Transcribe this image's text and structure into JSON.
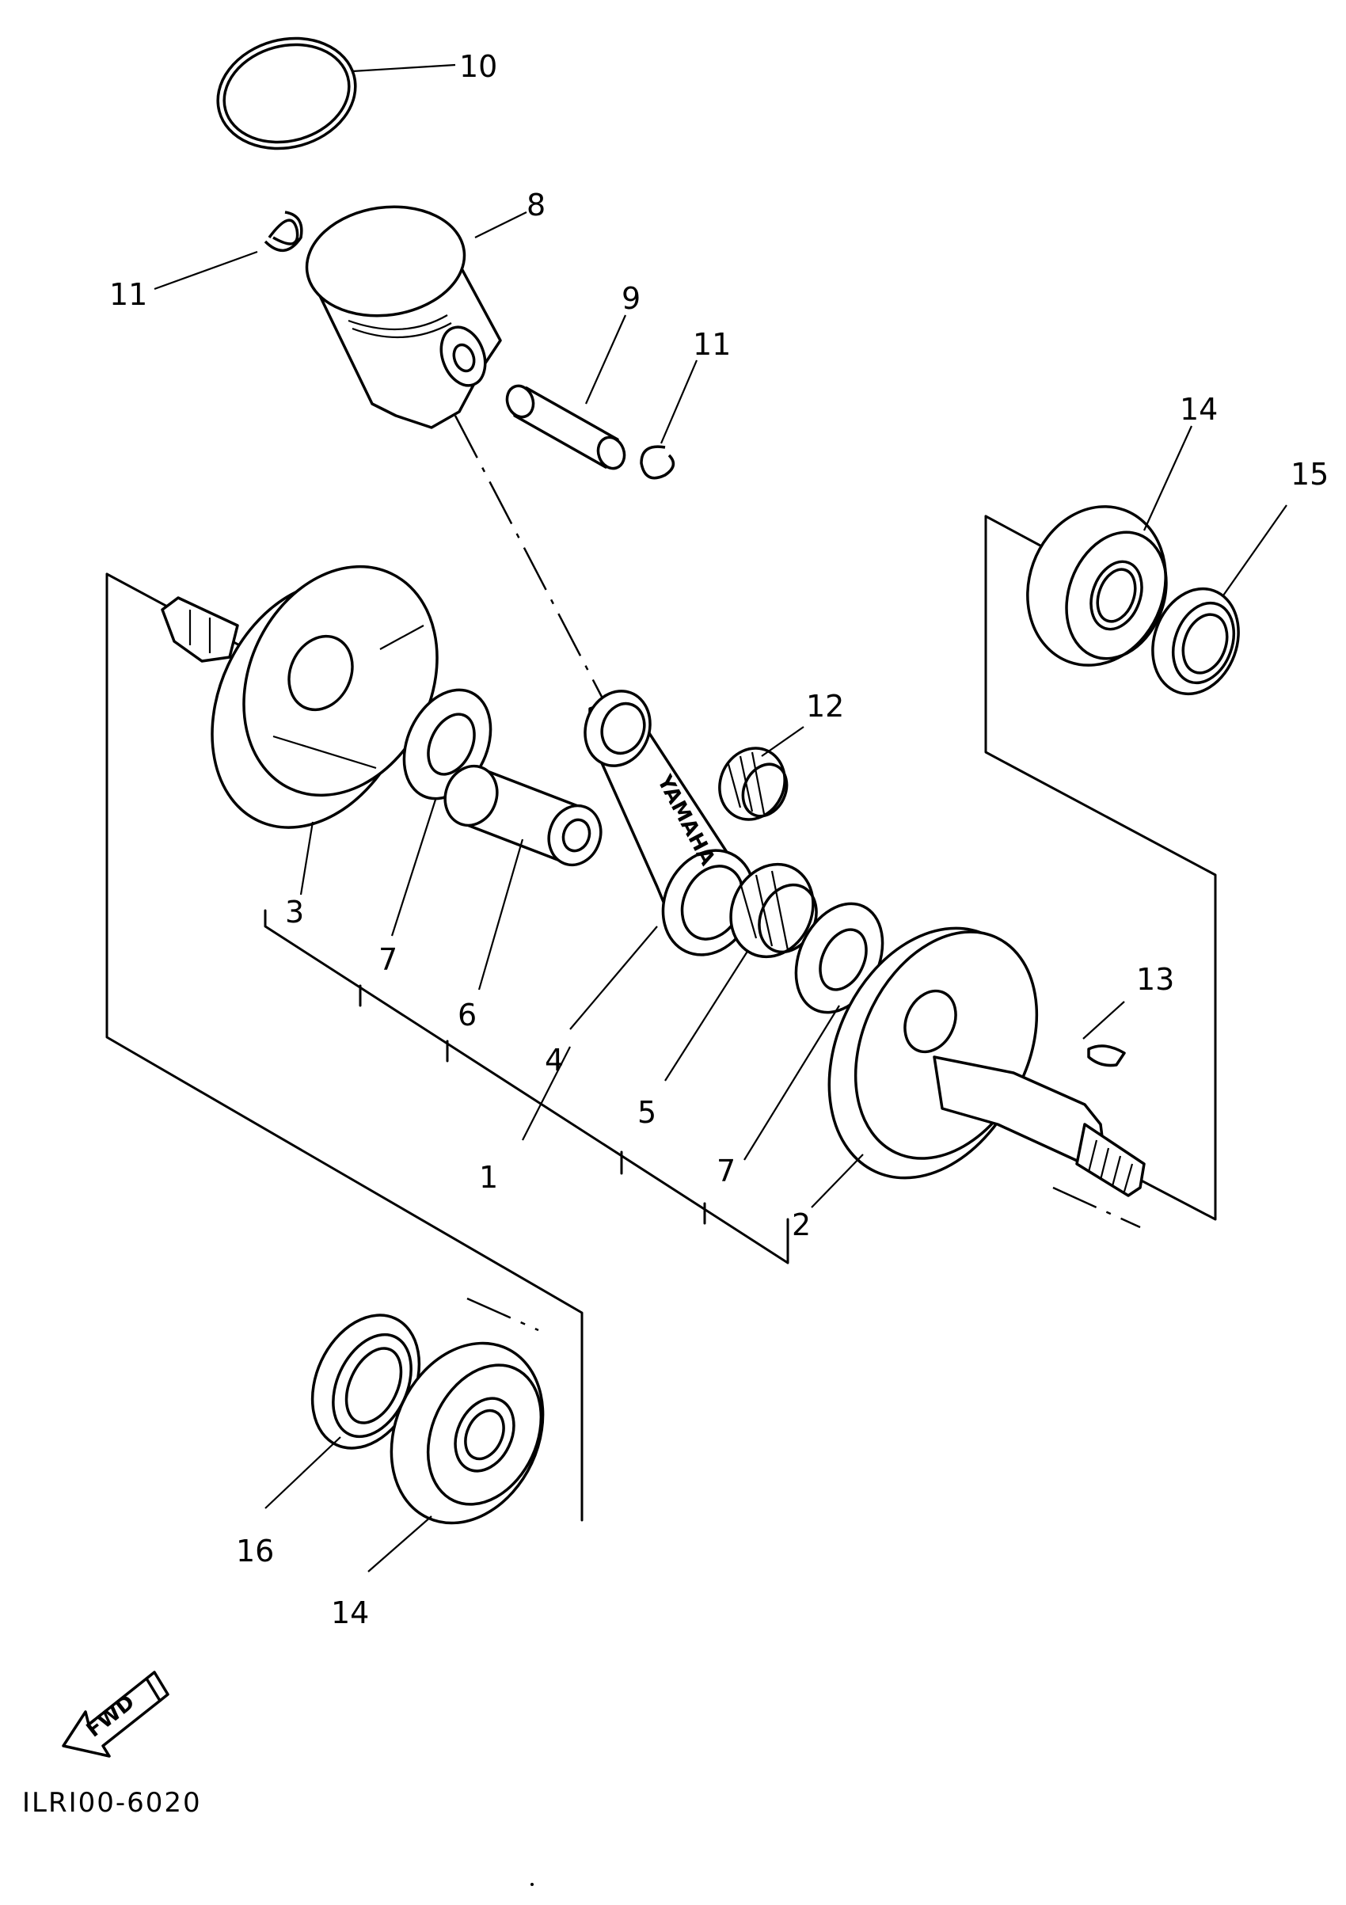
{
  "diagram_code": "ILRI00-6020",
  "fwd_label": "FWD",
  "rod_marking": "YAMAHA",
  "callouts": [
    {
      "id": "c10",
      "num": "10"
    },
    {
      "id": "c8",
      "num": "8"
    },
    {
      "id": "c11a",
      "num": "11"
    },
    {
      "id": "c9",
      "num": "9"
    },
    {
      "id": "c11b",
      "num": "11"
    },
    {
      "id": "c14a",
      "num": "14"
    },
    {
      "id": "c15",
      "num": "15"
    },
    {
      "id": "c12",
      "num": "12"
    },
    {
      "id": "c3",
      "num": "3"
    },
    {
      "id": "c7a",
      "num": "7"
    },
    {
      "id": "c6",
      "num": "6"
    },
    {
      "id": "c4",
      "num": "4"
    },
    {
      "id": "c13",
      "num": "13"
    },
    {
      "id": "c5",
      "num": "5"
    },
    {
      "id": "c1",
      "num": "1"
    },
    {
      "id": "c7b",
      "num": "7"
    },
    {
      "id": "c2",
      "num": "2"
    },
    {
      "id": "c16",
      "num": "16"
    },
    {
      "id": "c14b",
      "num": "14"
    }
  ]
}
